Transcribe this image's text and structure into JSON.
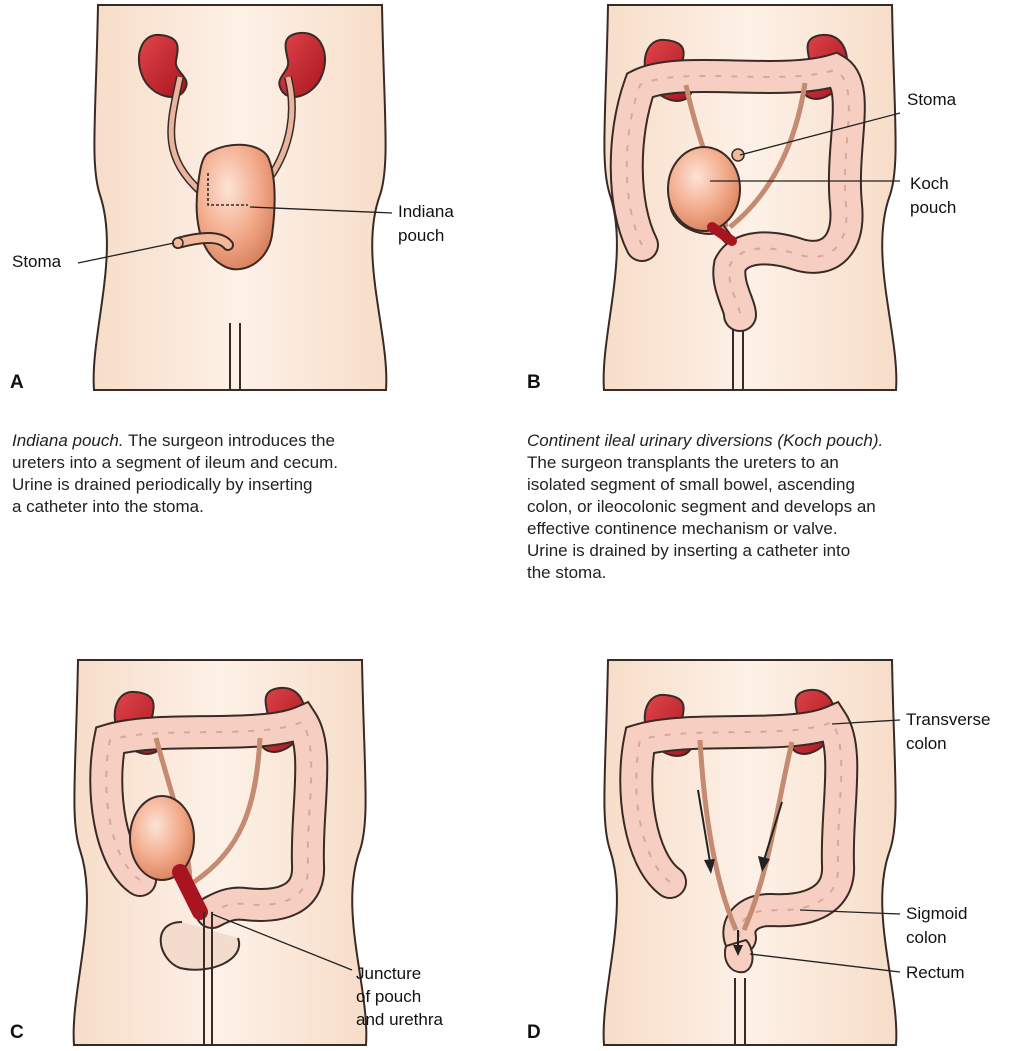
{
  "panels": {
    "a": {
      "letter": "A",
      "labels": {
        "stoma": "Stoma",
        "pouch_line1": "Indiana",
        "pouch_line2": "pouch"
      },
      "caption": {
        "title": "Indiana pouch.",
        "lines": [
          " The surgeon introduces the",
          "ureters into a segment of ileum and cecum.",
          "Urine is drained periodically by inserting",
          "a catheter into the stoma."
        ]
      }
    },
    "b": {
      "letter": "B",
      "labels": {
        "stoma": "Stoma",
        "pouch_line1": "Koch",
        "pouch_line2": "pouch"
      },
      "caption": {
        "title": "Continent ileal urinary diversions (Koch pouch).",
        "lines": [
          "The surgeon transplants the ureters to an",
          "isolated segment of small bowel, ascending",
          "colon, or ileocolonic segment and develops an",
          "effective continence mechanism or valve.",
          "Urine is drained by inserting a catheter into",
          "the stoma."
        ]
      }
    },
    "c": {
      "letter": "C",
      "labels": {
        "juncture_line1": "Juncture",
        "juncture_line2": "of pouch",
        "juncture_line3": "and urethra"
      }
    },
    "d": {
      "letter": "D",
      "labels": {
        "transverse_line1": "Transverse",
        "transverse_line2": "colon",
        "sigmoid_line1": "Sigmoid",
        "sigmoid_line2": "colon",
        "rectum": "Rectum"
      }
    }
  },
  "colors": {
    "skin": "#fbeadb",
    "kidney": "#c4262e",
    "colon": "#f6cfc2",
    "ureter": "#eab59e",
    "pouch": "#f2a888",
    "outline": "#3a2a25"
  }
}
